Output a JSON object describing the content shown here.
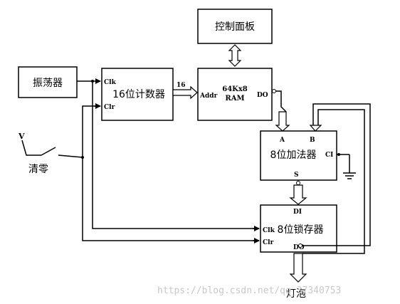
{
  "blocks": {
    "control_panel": "控制面板",
    "oscillator": "振荡器",
    "counter": "16位计数器",
    "ram_line1": "64Kx8",
    "ram_line2": "RAM",
    "adder": "8位加法器",
    "latch": "8位锁存器"
  },
  "labels": {
    "switch": "清零",
    "lamp": "灯泡"
  },
  "pins": {
    "counter_clk": "Clk",
    "counter_clr": "Clr",
    "bus_width": "16",
    "ram_addr": "Addr",
    "ram_do": "DO",
    "adder_a": "A",
    "adder_b": "B",
    "adder_ci": "CI",
    "adder_s": "S",
    "latch_di": "DI",
    "latch_clk": "Clk",
    "latch_clr": "Clr",
    "latch_do": "DO",
    "switch_v": "V"
  },
  "watermark": "https://blog.csdn.net/qq_37340753"
}
